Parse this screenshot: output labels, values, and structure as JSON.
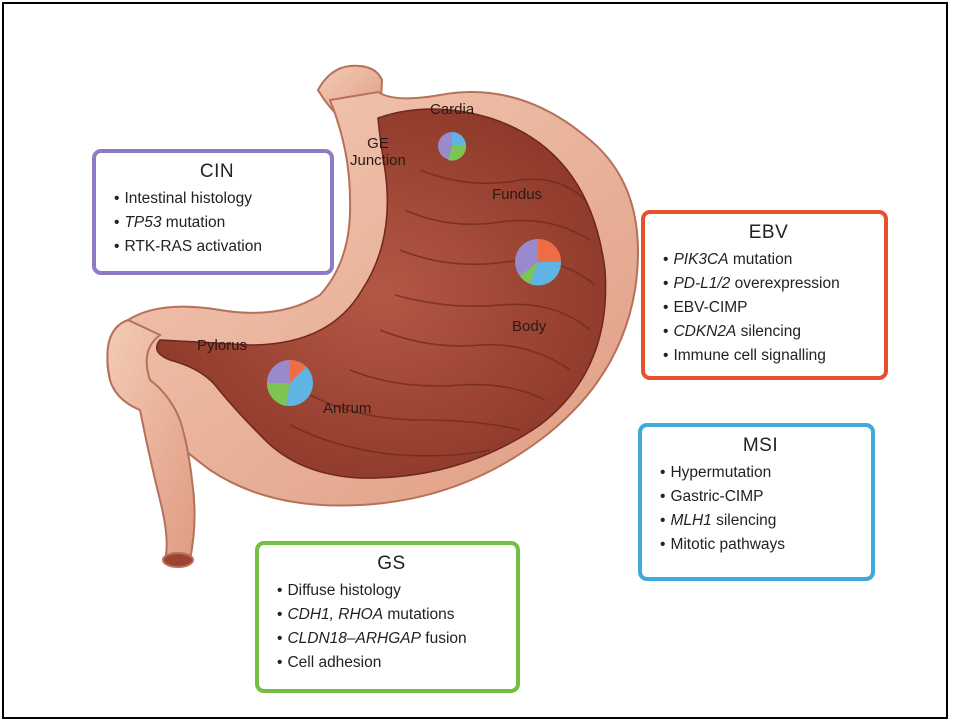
{
  "anatomy_labels": {
    "cardia": "Cardia",
    "ge_junction_line1": "GE",
    "ge_junction_line2": "Junction",
    "fundus": "Fundus",
    "body": "Body",
    "pylorus": "Pylorus",
    "antrum": "Antrum"
  },
  "subtypes": {
    "cin": {
      "title": "CIN",
      "color": "#8f7bc4",
      "items": [
        {
          "gene": "",
          "text": "Intestinal histology"
        },
        {
          "gene": "TP53",
          "text": " mutation"
        },
        {
          "gene": "",
          "text": "RTK-RAS activation"
        }
      ]
    },
    "ebv": {
      "title": "EBV",
      "color": "#e5502e",
      "items": [
        {
          "gene": "PIK3CA",
          "text": " mutation"
        },
        {
          "gene": "PD-L1/2",
          "text": " overexpression"
        },
        {
          "gene": "",
          "text": "EBV-CIMP"
        },
        {
          "gene": "CDKN2A",
          "text": " silencing"
        },
        {
          "gene": "",
          "text": "Immune cell signalling"
        }
      ]
    },
    "msi": {
      "title": "MSI",
      "color": "#3fa8dc",
      "items": [
        {
          "gene": "",
          "text": "Hypermutation"
        },
        {
          "gene": "",
          "text": "Gastric-CIMP"
        },
        {
          "gene": "MLH1",
          "text": " silencing"
        },
        {
          "gene": "",
          "text": "Mitotic pathways"
        }
      ]
    },
    "gs": {
      "title": "GS",
      "color": "#73bf45",
      "items": [
        {
          "gene": "",
          "text": "Diffuse histology"
        },
        {
          "gene": "CDH1, RHOA",
          "text": " mutations"
        },
        {
          "gene": "CLDN18–ARHGAP",
          "text": " fusion"
        },
        {
          "gene": "",
          "text": "Cell adhesion"
        }
      ]
    }
  },
  "colors": {
    "outer_wall": "#edb89f",
    "inner_mucosa": "#9e4333",
    "rugae": "#7e2f22",
    "border": "#000000"
  }
}
